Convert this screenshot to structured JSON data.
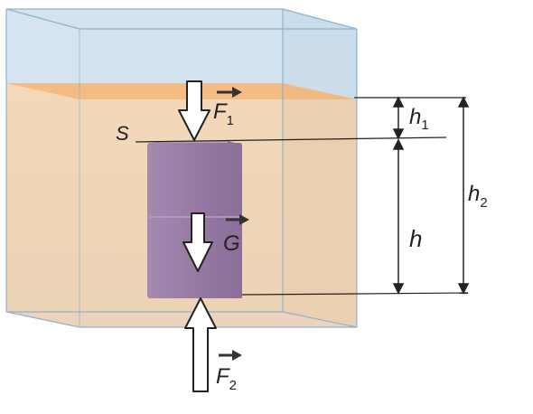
{
  "labels": {
    "surface": "S",
    "force_top": "F",
    "force_top_sub": "1",
    "force_bottom": "F",
    "force_bottom_sub": "2",
    "gravity": "G",
    "depth_top": "h",
    "depth_top_sub": "1",
    "height": "h",
    "depth_bottom": "h",
    "depth_bottom_sub": "2"
  },
  "colors": {
    "glass": "#d6e6f2",
    "glass_edge": "#8fb2cf",
    "liquid": "#f1d6b3",
    "liquid_surface": "#f2b67a",
    "block_front": "#9c7fa6",
    "block_top": "#b49bbd",
    "arrow_fill": "#ffffff",
    "arrow_stroke": "#222222"
  }
}
